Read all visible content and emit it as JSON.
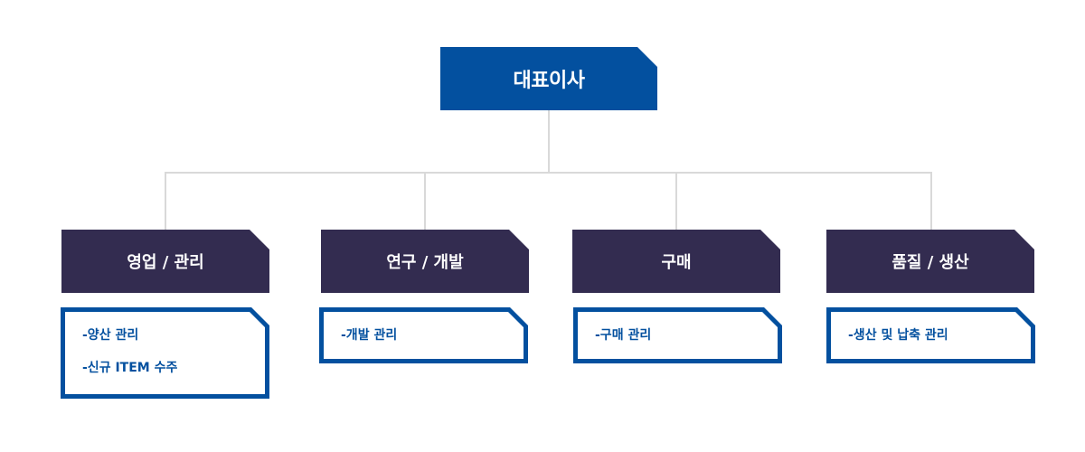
{
  "ceo": {
    "label": "대표이사"
  },
  "departments": [
    {
      "label": "영업 / 관리",
      "items": [
        "-양산 관리",
        "-신규 ITEM 수주"
      ]
    },
    {
      "label": "연구 / 개발",
      "items": [
        "-개발 관리"
      ]
    },
    {
      "label": "구매",
      "items": [
        "-구매 관리"
      ]
    },
    {
      "label": "품질 / 생산",
      "items": [
        "-생산 및 납축 관리"
      ]
    }
  ],
  "colors": {
    "ceo": "#03509f",
    "department": "#332c50",
    "detail_border": "#03509f",
    "detail_text": "#03509f",
    "connector": "#d9d9d9"
  }
}
